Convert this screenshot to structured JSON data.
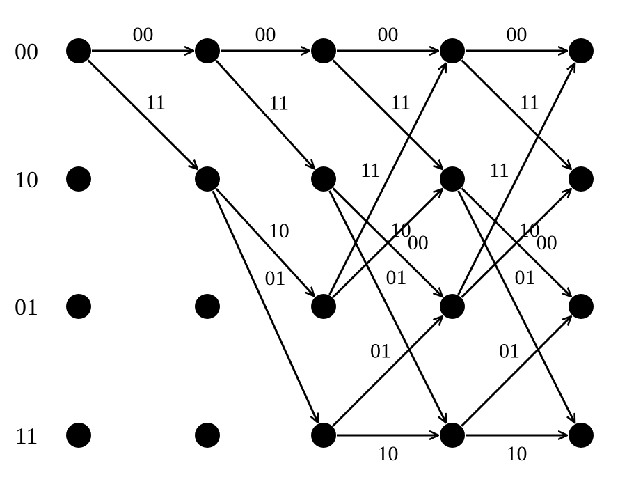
{
  "diagram": {
    "type": "trellis",
    "state_labels": [
      "00",
      "10",
      "01",
      "11"
    ],
    "stages": 5,
    "nodes": [
      {
        "stage": 0,
        "state": 0
      },
      {
        "stage": 0,
        "state": 1
      },
      {
        "stage": 0,
        "state": 2
      },
      {
        "stage": 0,
        "state": 3
      },
      {
        "stage": 1,
        "state": 0
      },
      {
        "stage": 1,
        "state": 1
      },
      {
        "stage": 1,
        "state": 2
      },
      {
        "stage": 1,
        "state": 3
      },
      {
        "stage": 2,
        "state": 0
      },
      {
        "stage": 2,
        "state": 1
      },
      {
        "stage": 2,
        "state": 2
      },
      {
        "stage": 2,
        "state": 3
      },
      {
        "stage": 3,
        "state": 0
      },
      {
        "stage": 3,
        "state": 1
      },
      {
        "stage": 3,
        "state": 2
      },
      {
        "stage": 3,
        "state": 3
      },
      {
        "stage": 4,
        "state": 0
      },
      {
        "stage": 4,
        "state": 1
      },
      {
        "stage": 4,
        "state": 2
      },
      {
        "stage": 4,
        "state": 3
      }
    ],
    "edges": [
      {
        "from_stage": 0,
        "from_state": 0,
        "to_state": 0,
        "label": "00"
      },
      {
        "from_stage": 0,
        "from_state": 0,
        "to_state": 1,
        "label": "11"
      },
      {
        "from_stage": 1,
        "from_state": 0,
        "to_state": 0,
        "label": "00"
      },
      {
        "from_stage": 1,
        "from_state": 0,
        "to_state": 1,
        "label": "11"
      },
      {
        "from_stage": 1,
        "from_state": 1,
        "to_state": 2,
        "label": "10"
      },
      {
        "from_stage": 1,
        "from_state": 1,
        "to_state": 3,
        "label": "01"
      },
      {
        "from_stage": 2,
        "from_state": 0,
        "to_state": 0,
        "label": "00"
      },
      {
        "from_stage": 2,
        "from_state": 0,
        "to_state": 1,
        "label": "11"
      },
      {
        "from_stage": 2,
        "from_state": 1,
        "to_state": 2,
        "label": "10"
      },
      {
        "from_stage": 2,
        "from_state": 1,
        "to_state": 3,
        "label": "01"
      },
      {
        "from_stage": 2,
        "from_state": 2,
        "to_state": 0,
        "label": "11"
      },
      {
        "from_stage": 2,
        "from_state": 2,
        "to_state": 1,
        "label": "00"
      },
      {
        "from_stage": 2,
        "from_state": 3,
        "to_state": 2,
        "label": "01"
      },
      {
        "from_stage": 2,
        "from_state": 3,
        "to_state": 3,
        "label": "10"
      },
      {
        "from_stage": 3,
        "from_state": 0,
        "to_state": 0,
        "label": "00"
      },
      {
        "from_stage": 3,
        "from_state": 0,
        "to_state": 1,
        "label": "11"
      },
      {
        "from_stage": 3,
        "from_state": 1,
        "to_state": 2,
        "label": "10"
      },
      {
        "from_stage": 3,
        "from_state": 1,
        "to_state": 3,
        "label": "01"
      },
      {
        "from_stage": 3,
        "from_state": 2,
        "to_state": 0,
        "label": "11"
      },
      {
        "from_stage": 3,
        "from_state": 2,
        "to_state": 1,
        "label": "00"
      },
      {
        "from_stage": 3,
        "from_state": 3,
        "to_state": 2,
        "label": "01"
      },
      {
        "from_stage": 3,
        "from_state": 3,
        "to_state": 3,
        "label": "10"
      }
    ]
  }
}
